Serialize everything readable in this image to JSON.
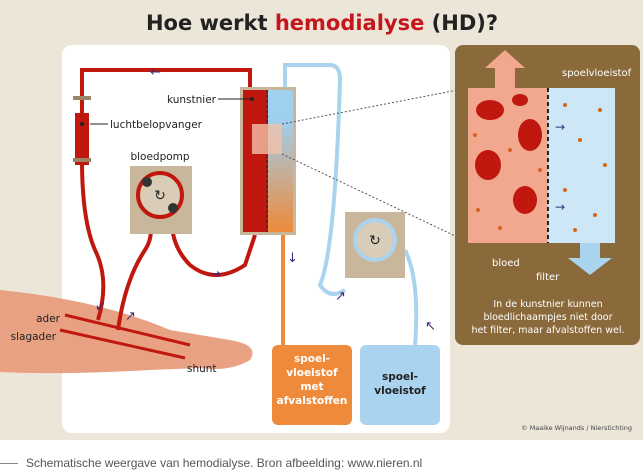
{
  "title": {
    "prefix": "Hoe werkt ",
    "highlight": "hemodialyse",
    "suffix": " (HD)?"
  },
  "labels": {
    "kunstnier": "kunstnier",
    "luchtbelopvanger": "luchtbelopvanger",
    "bloedpomp": "bloedpomp",
    "ader": "ader",
    "slagader": "slagader",
    "shunt": "shunt",
    "jug_used": [
      "spoel-",
      "vloeistof",
      "met",
      "afvalstoffen"
    ],
    "jug_fresh": [
      "spoel-",
      "vloeistof"
    ]
  },
  "detail": {
    "spoelvloeistof": "spoelvloeistof",
    "bloed": "bloed",
    "filter": "filter",
    "explanation": [
      "In de kunstnier kunnen",
      "bloedlichaampjes niet door",
      "het filter, maar afvalstoffen wel."
    ]
  },
  "credit": "© Maaike Wijnands / Nierstichting",
  "caption": "Schematische weergave van hemodialyse. Bron afbeelding: www.nieren.nl",
  "colors": {
    "blood": "#c0180f",
    "dialysate": "#a9d3ef",
    "waste": "#ee8a3a",
    "panel": "#8a6a3a",
    "background": "#ece6d8",
    "title_accent": "#c4161c"
  }
}
